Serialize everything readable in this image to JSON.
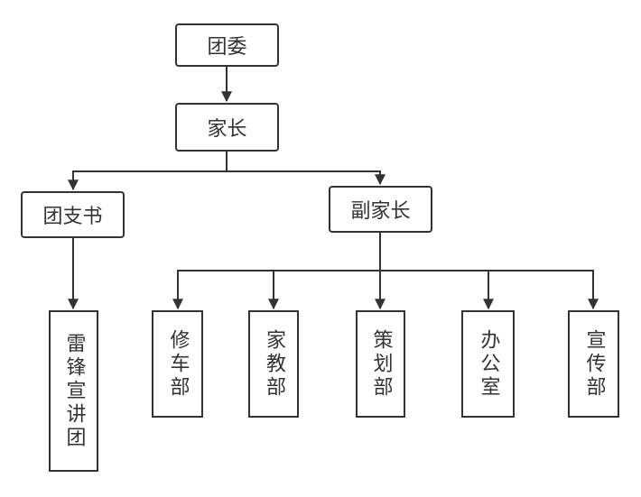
{
  "colors": {
    "stroke": "#333333",
    "background": "#ffffff",
    "text": "#333333"
  },
  "nodes": {
    "tuanwei": "团委",
    "jiazhang": "家长",
    "tuanzhishu": "团支书",
    "fujiazhang": "副家长",
    "leifeng": "雷锋宣讲团",
    "xiuche": "修车部",
    "jiajiao": "家教部",
    "cehua": "策划部",
    "bangong": "办公室",
    "xuanchuan": "宣传部"
  },
  "edges": [
    {
      "from": "tuanwei",
      "to": "jiazhang"
    },
    {
      "from": "jiazhang",
      "to": "tuanzhishu"
    },
    {
      "from": "jiazhang",
      "to": "fujiazhang"
    },
    {
      "from": "tuanzhishu",
      "to": "leifeng"
    },
    {
      "from": "fujiazhang",
      "to": "xiuche"
    },
    {
      "from": "fujiazhang",
      "to": "jiajiao"
    },
    {
      "from": "fujiazhang",
      "to": "cehua"
    },
    {
      "from": "fujiazhang",
      "to": "bangong"
    },
    {
      "from": "fujiazhang",
      "to": "xuanchuan"
    }
  ]
}
